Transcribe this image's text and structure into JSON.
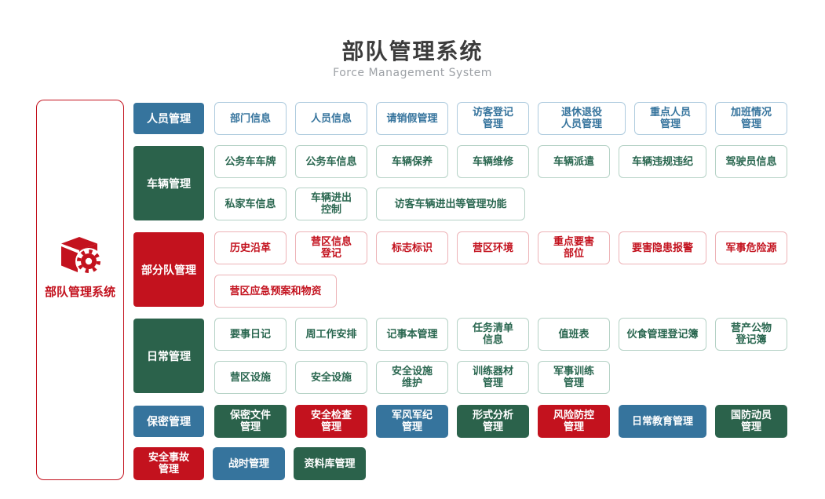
{
  "header": {
    "title": "部队管理系统",
    "subtitle": "Force Management System"
  },
  "sidebar": {
    "label": "部队管理系统",
    "icon": "cube-gear-icon"
  },
  "palette": {
    "blue": "#36749D",
    "green": "#2B624B",
    "red": "#C3121E",
    "title_text": "#3c3c3c",
    "subtitle_text": "#9da1a6"
  },
  "categories": [
    "人员管理",
    "车辆管理",
    "部分队管理",
    "日常管理",
    "保密管理"
  ],
  "row1": [
    "部门信息",
    "人员信息",
    "请销假管理",
    "访客登记\n管理",
    "退休退役\n人员管理",
    "重点人员\n管理",
    "加班情况\n管理"
  ],
  "row2a": [
    "公务车车牌",
    "公务车信息",
    "车辆保养",
    "车辆维修",
    "车辆派遣",
    "车辆违规违纪",
    "驾驶员信息"
  ],
  "row2b": [
    "私家车信息",
    "车辆进出\n控制",
    "访客车辆进出等管理功能"
  ],
  "row3a": [
    "历史沿革",
    "营区信息\n登记",
    "标志标识",
    "营区环境",
    "重点要害\n部位",
    "要害隐患报警",
    "军事危险源"
  ],
  "row3b": [
    "营区应急预案和物资"
  ],
  "row4a": [
    "要事日记",
    "周工作安排",
    "记事本管理",
    "任务清单\n信息",
    "值班表",
    "伙食管理登记簿",
    "营产公物\n登记簿"
  ],
  "row4b": [
    "营区设施",
    "安全设施",
    "安全设施\n维护",
    "训练器材\n管理",
    "军事训练\n管理"
  ],
  "row5": [
    "保密文件\n管理",
    "安全检查\n管理",
    "军风军纪\n管理",
    "形式分析\n管理",
    "风险防控\n管理",
    "日常教育管理",
    "国防动员\n管理"
  ],
  "row6": [
    "安全事故\n管理",
    "战时管理",
    "资料库管理"
  ]
}
